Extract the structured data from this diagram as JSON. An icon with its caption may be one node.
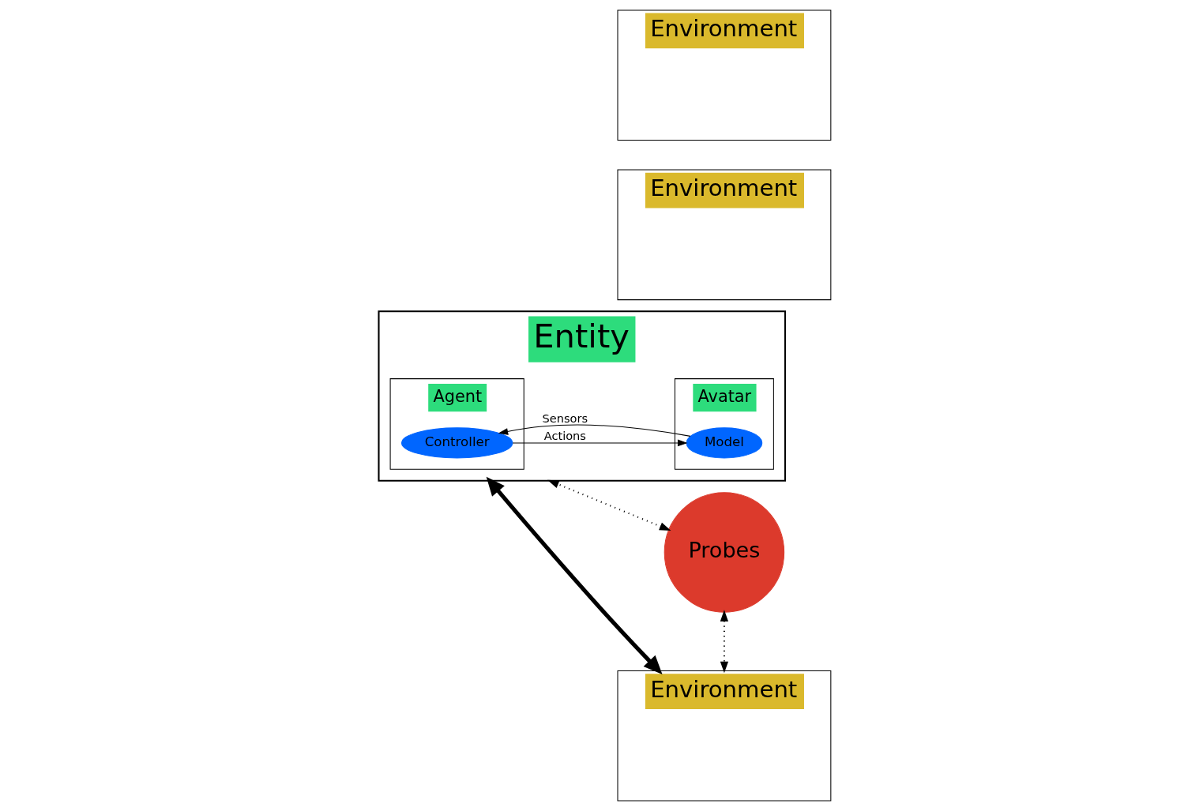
{
  "diagram": {
    "nodes": [
      {
        "text": [
          "Probes"
        ]
      },
      {
        "text": [
          "Entity"
        ]
      },
      {
        "text": [
          "Agent"
        ],
        "in": 1
      },
      {
        "text": [
          "Controller"
        ],
        "in": 2
      },
      {
        "text": [
          "Avatar"
        ],
        "in": 1
      },
      {
        "text": [
          "Model"
        ],
        "in": 4
      },
      {
        "text": [
          "Environment"
        ]
      },
      {
        "text": [
          "Environment"
        ]
      },
      {
        "text": [
          "Environment"
        ]
      }
    ],
    "edges": [
      {
        "from": 0,
        "to": 1,
        "arrow": "both",
        "style": "dashed"
      },
      {
        "from": 0,
        "to": 6,
        "arrow": "both",
        "style": "dashed"
      },
      {
        "from": 1,
        "to": 6,
        "arrow": "both",
        "style": "thick"
      },
      {
        "from": 3,
        "to": 5,
        "arrow": "to",
        "label": "Actions"
      },
      {
        "from": 5,
        "to": 3,
        "arrow": "to",
        "label": "Sensors"
      }
    ]
  }
}
